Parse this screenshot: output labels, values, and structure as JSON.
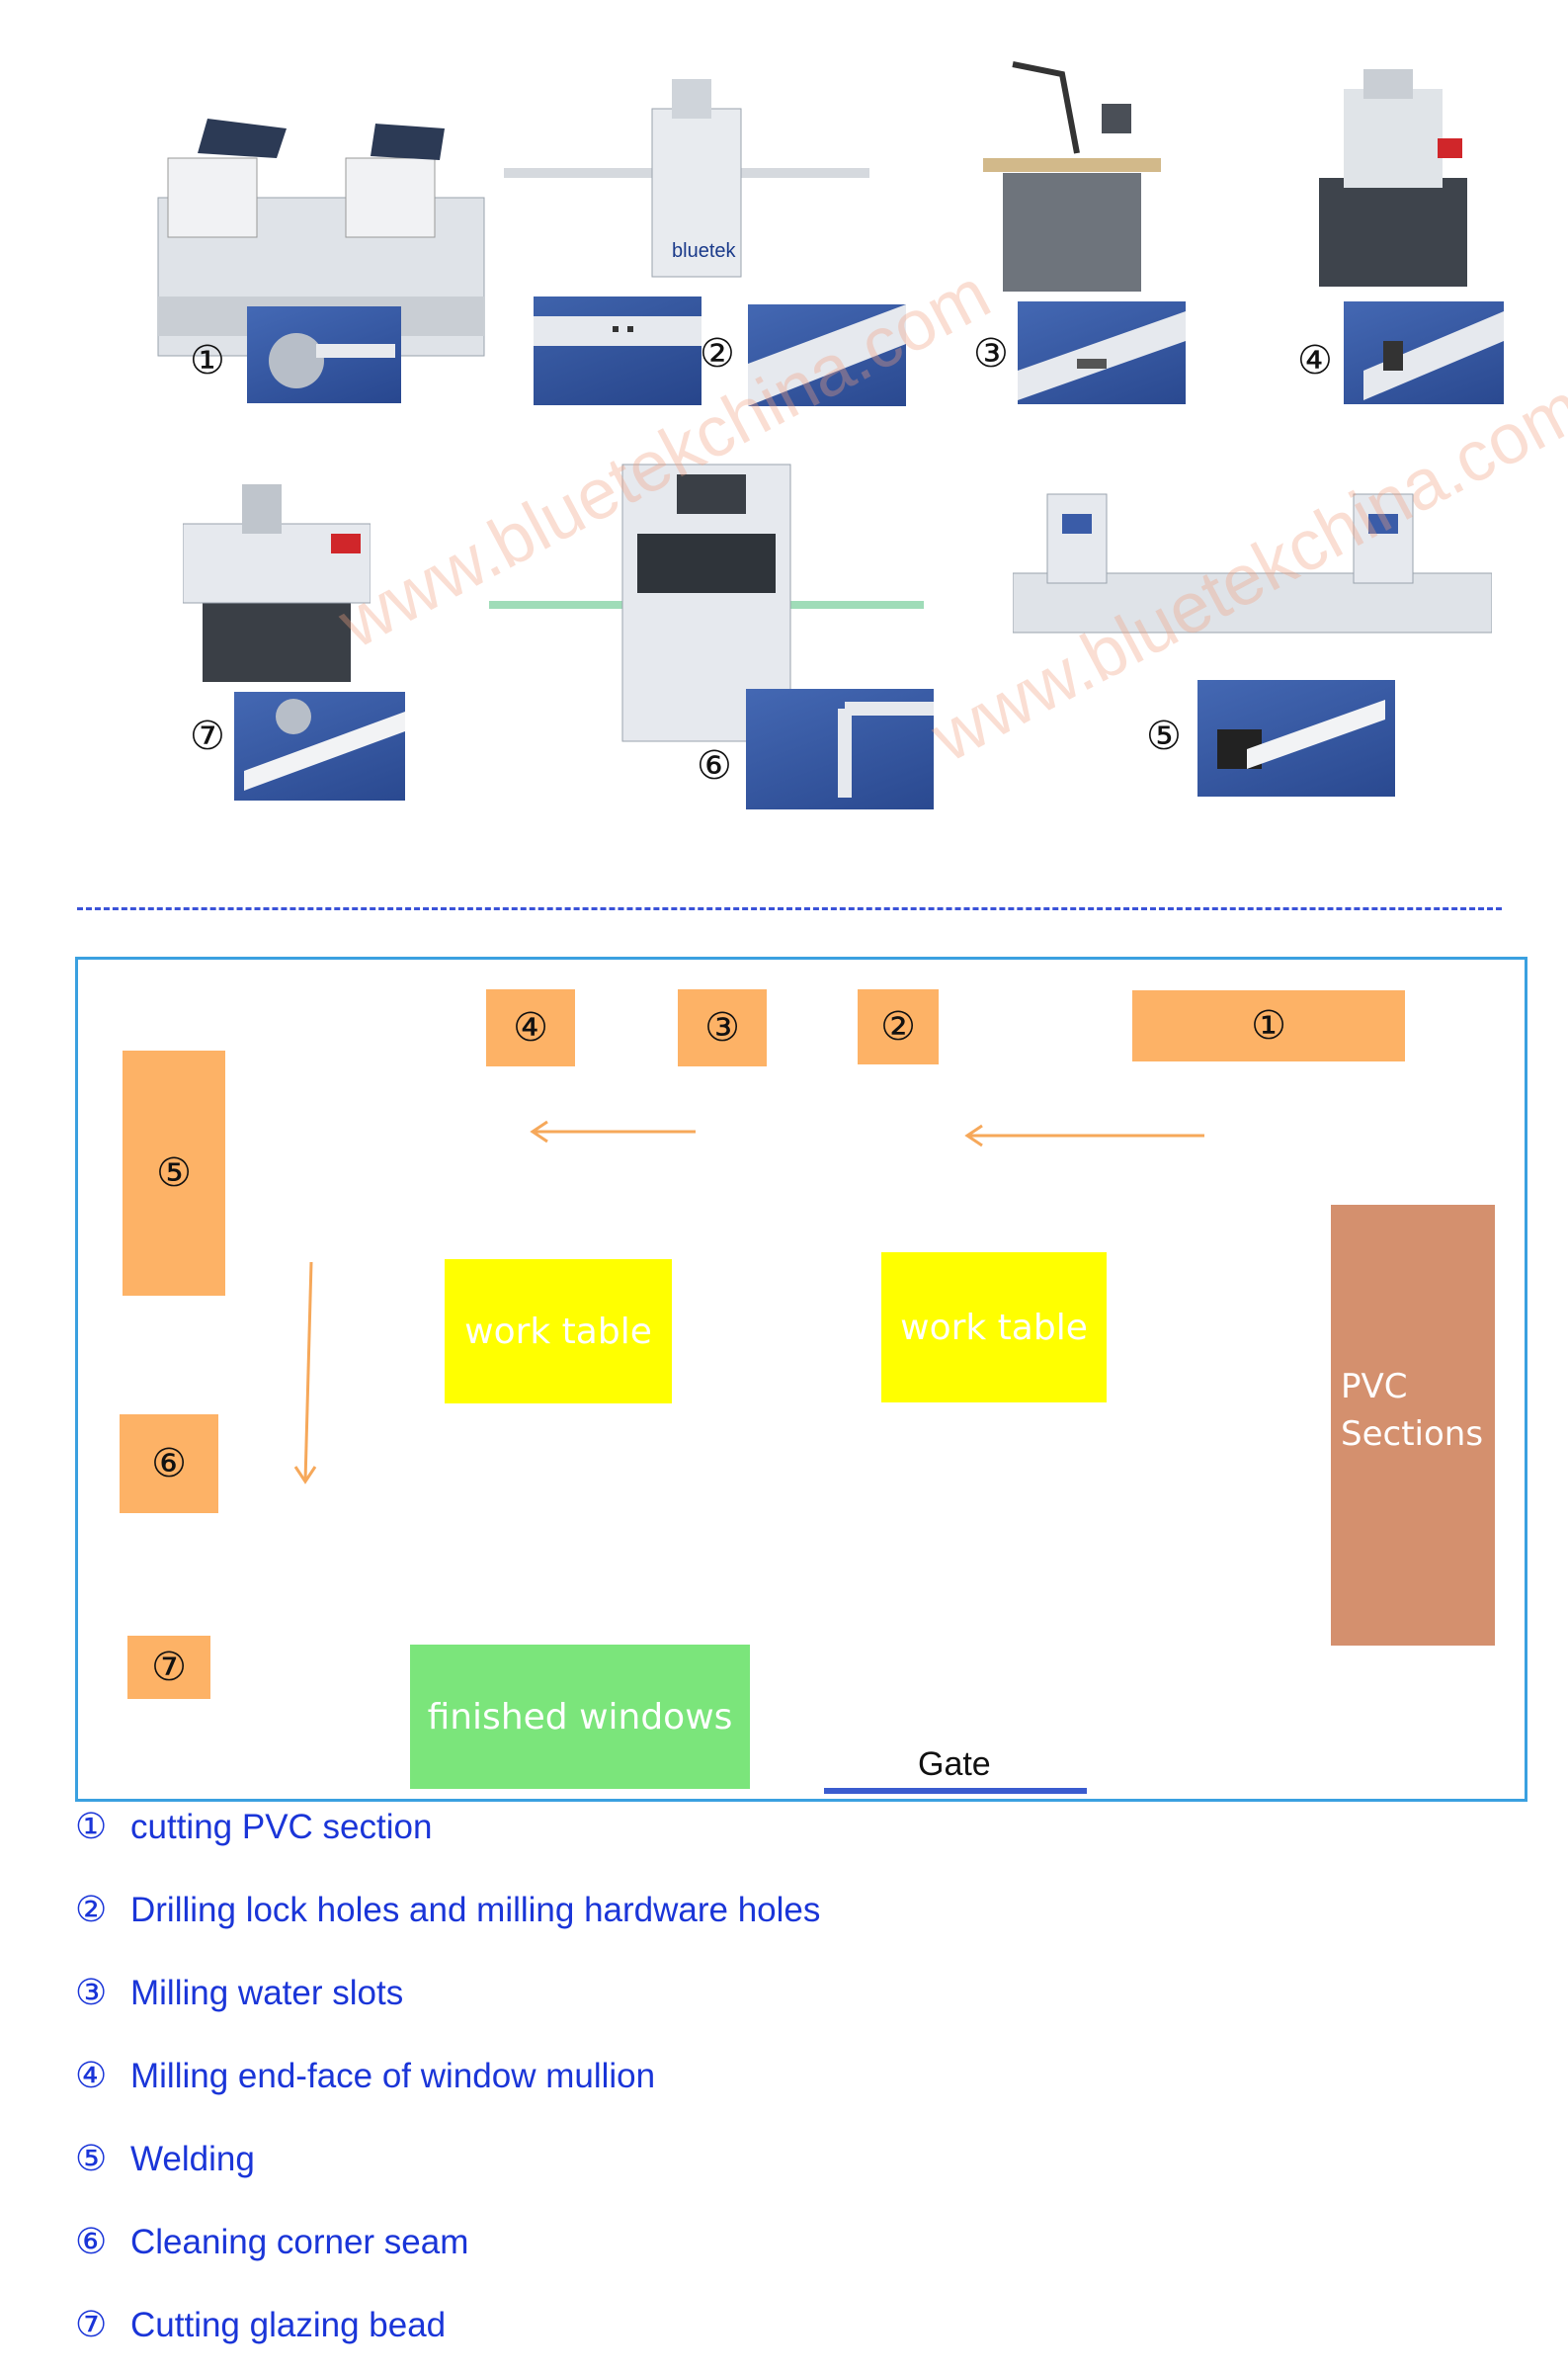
{
  "watermark": "www.bluetekchina.com",
  "brand": "bluetek",
  "machines": [
    {
      "num": "①"
    },
    {
      "num": "②"
    },
    {
      "num": "③"
    },
    {
      "num": "④"
    },
    {
      "num": "⑦"
    },
    {
      "num": "⑥"
    },
    {
      "num": "⑤"
    }
  ],
  "layout": {
    "stations": {
      "s1": "①",
      "s2": "②",
      "s3": "③",
      "s4": "④",
      "s5": "⑤",
      "s6": "⑥",
      "s7": "⑦"
    },
    "work_table_1": "work table",
    "work_table_2": "work table",
    "pvc": "PVC Sections",
    "finished": "finished windows",
    "gate": "Gate"
  },
  "legend": [
    {
      "num": "①",
      "text": "cutting PVC section"
    },
    {
      "num": "②",
      "text": "Drilling lock holes and milling hardware holes"
    },
    {
      "num": "③",
      "text": "Milling water slots"
    },
    {
      "num": "④",
      "text": "Milling end-face of window mullion"
    },
    {
      "num": "⑤",
      "text": "Welding"
    },
    {
      "num": "⑥",
      "text": "Cleaning corner seam"
    },
    {
      "num": "⑦",
      "text": "Cutting glazing bead"
    }
  ],
  "colors": {
    "station": "#fdb266",
    "work_table": "#ffff00",
    "pvc": "#d4906e",
    "finished": "#7be57b",
    "border": "#3aa0e0",
    "legend_text": "#1a35d8",
    "arrow": "#f6a85a"
  }
}
